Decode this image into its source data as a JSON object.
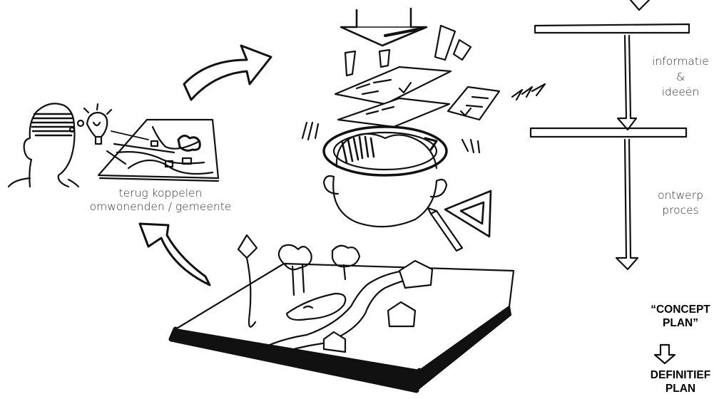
{
  "labels": {
    "feedback_line1": "terug koppelen",
    "feedback_line2": "omwonenden / gemeente",
    "info_line1": "informatie",
    "info_line2": "&",
    "info_line3": "ideeën",
    "design_line1": "ontwerp",
    "design_line2": "proces",
    "concept_line1": "“CONCEPT",
    "concept_line2": "PLAN”",
    "final_line1": "DEFINITIEF",
    "final_line2": "PLAN"
  },
  "colors": {
    "ink": "#111111",
    "paper": "#ffffff"
  }
}
